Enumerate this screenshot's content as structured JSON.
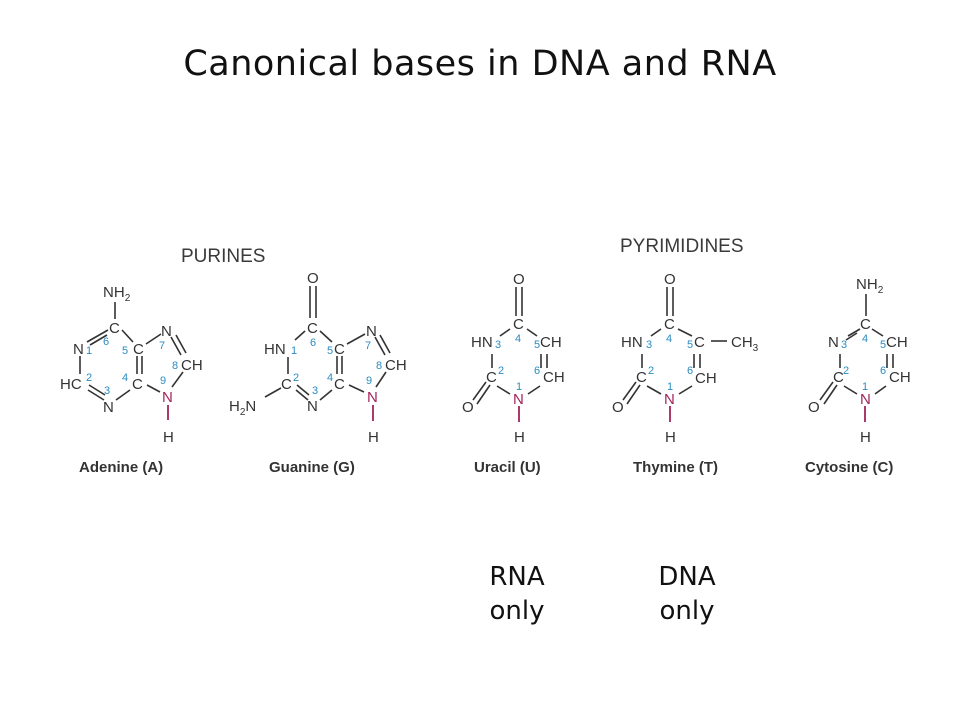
{
  "slide": {
    "title": "Canonical bases in DNA and RNA",
    "purines_label": "PURINES",
    "pyrimidines_label": "PYRIMIDINES",
    "notes": [
      {
        "line1": "RNA",
        "line2": "only"
      },
      {
        "line1": "DNA",
        "line2": "only"
      }
    ]
  },
  "atoms": {
    "N": "N",
    "C": "C",
    "H": "H",
    "O": "O",
    "HC": "HC",
    "CH": "CH",
    "HN": "HN",
    "NH": "NH",
    "H2N": "H",
    "CH3": "CH",
    "sub2": "2",
    "sub3": "3"
  },
  "nums": [
    "1",
    "2",
    "3",
    "4",
    "5",
    "6",
    "7",
    "8",
    "9"
  ],
  "molecules": [
    {
      "name": "Adenine (A)"
    },
    {
      "name": "Guanine (G)"
    },
    {
      "name": "Uracil (U)"
    },
    {
      "name": "Thymine (T)"
    },
    {
      "name": "Cytosine (C)"
    }
  ],
  "colors": {
    "ring_numbers": "#2b8cc4",
    "glycosidic_nitrogen": "#a3235b",
    "structure": "#333333"
  }
}
